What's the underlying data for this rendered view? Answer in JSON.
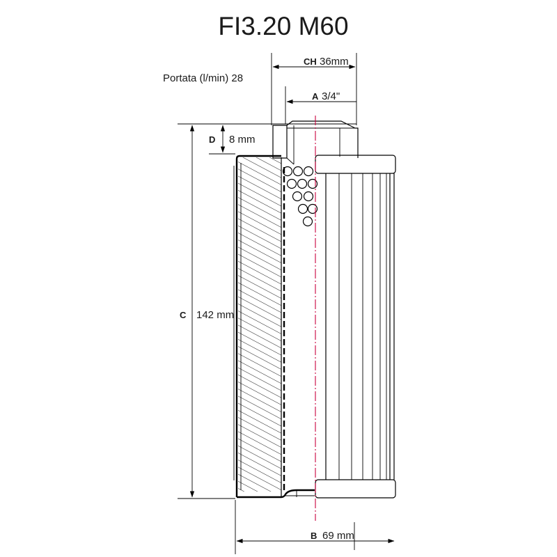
{
  "title": "FI3.20 M60",
  "flow": {
    "label": "Portata (l/min)",
    "value": "28"
  },
  "dimensions": {
    "CH": {
      "key": "CH",
      "value": "36mm"
    },
    "A": {
      "key": "A",
      "value": "3/4\""
    },
    "D": {
      "key": "D",
      "value": "8 mm"
    },
    "C": {
      "key": "C",
      "value": "142 mm"
    },
    "B": {
      "key": "B",
      "value": "69 mm"
    }
  },
  "colors": {
    "line": "#000000",
    "centerline": "#c8003c",
    "text": "#1a1a1a"
  }
}
